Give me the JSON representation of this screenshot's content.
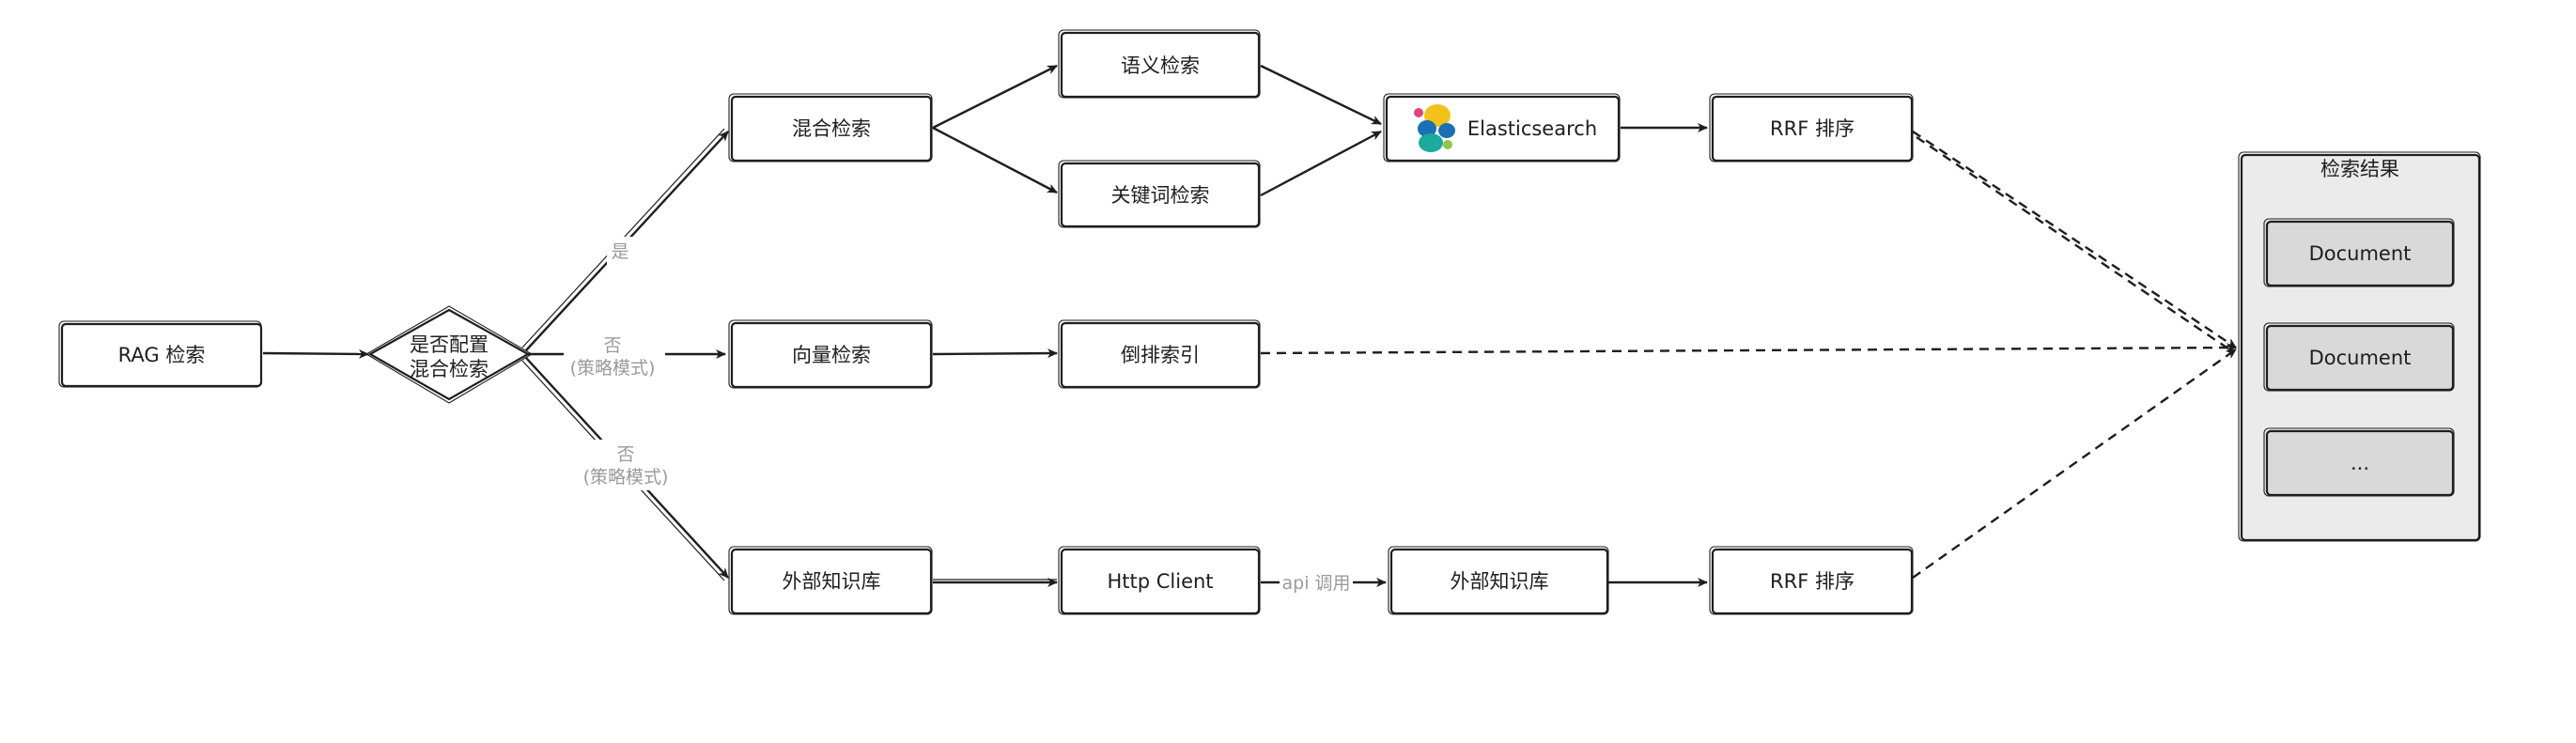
{
  "nodes": {
    "rag": "RAG 检索",
    "decision_line1": "是否配置",
    "decision_line2": "混合检索",
    "hybrid": "混合检索",
    "semantic": "语义检索",
    "keyword": "关键词检索",
    "elasticsearch": "Elasticsearch",
    "rrf_top": "RRF 排序",
    "vector": "向量检索",
    "inverted_index": "倒排索引",
    "external_kb_1": "外部知识库",
    "http_client": "Http Client",
    "external_kb_2": "外部知识库",
    "rrf_bottom": "RRF 排序"
  },
  "edge_labels": {
    "yes": "是",
    "no_line1": "否",
    "no_line2": "(策略模式)",
    "no2_line1": "否",
    "no2_line2": "(策略模式)",
    "api_call": "api 调用"
  },
  "results": {
    "title": "检索结果",
    "items": [
      "Document",
      "Document",
      "..."
    ]
  },
  "colors": {
    "stroke": "#1e1e1e",
    "label": "#9a9a9a",
    "result_panel": "#ebebeb",
    "result_item": "#d9d9d9",
    "es_yellow": "#f3c21a",
    "es_pink": "#e2427f",
    "es_teal": "#1ba9a0",
    "es_blue": "#1a6fb5",
    "es_green": "#8dc63f"
  },
  "icons": {
    "elasticsearch": "elasticsearch-logo-icon"
  }
}
